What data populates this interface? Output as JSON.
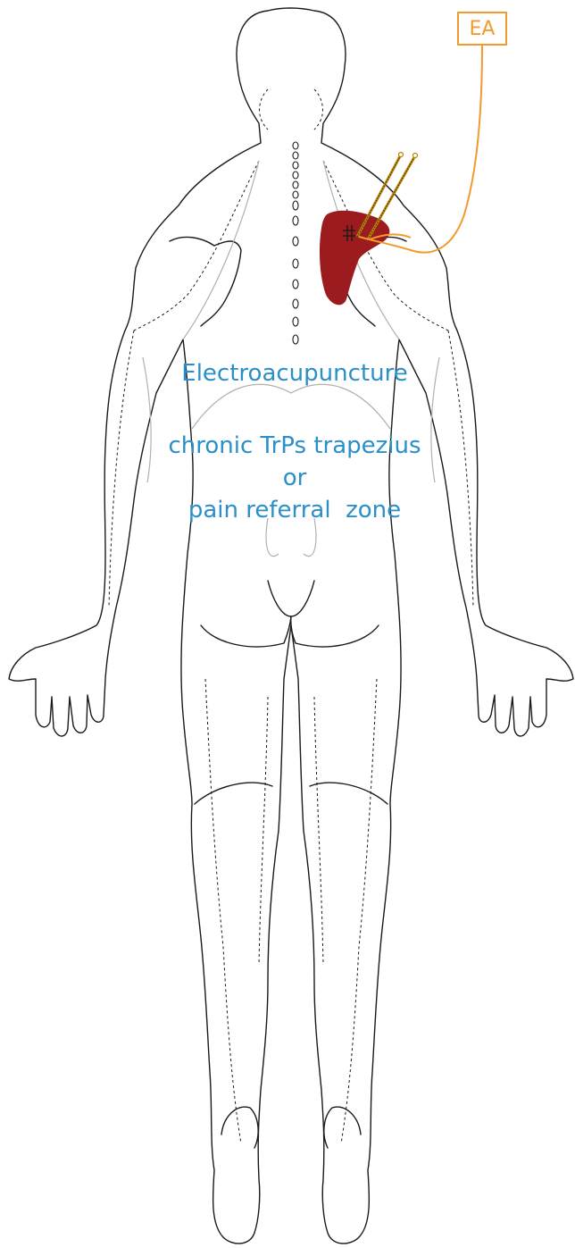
{
  "labels": {
    "ea": "EA",
    "technique": "Electroacupuncture",
    "target_line1": "chronic TrPs trapezius",
    "target_line2": "or",
    "target_line3": "pain referral  zone"
  },
  "colors": {
    "outline": "#1a1a1a",
    "muscle_outline": "#b0b0b0",
    "trigger_zone": "#9b1b1e",
    "electrode_wire": "#f29a2e",
    "label_text": "#2b8fc9",
    "needle": "#b8860b"
  },
  "icons": [
    "acupuncture-needle-icon",
    "electrode-wire-icon",
    "trigger-point-marker-icon"
  ]
}
